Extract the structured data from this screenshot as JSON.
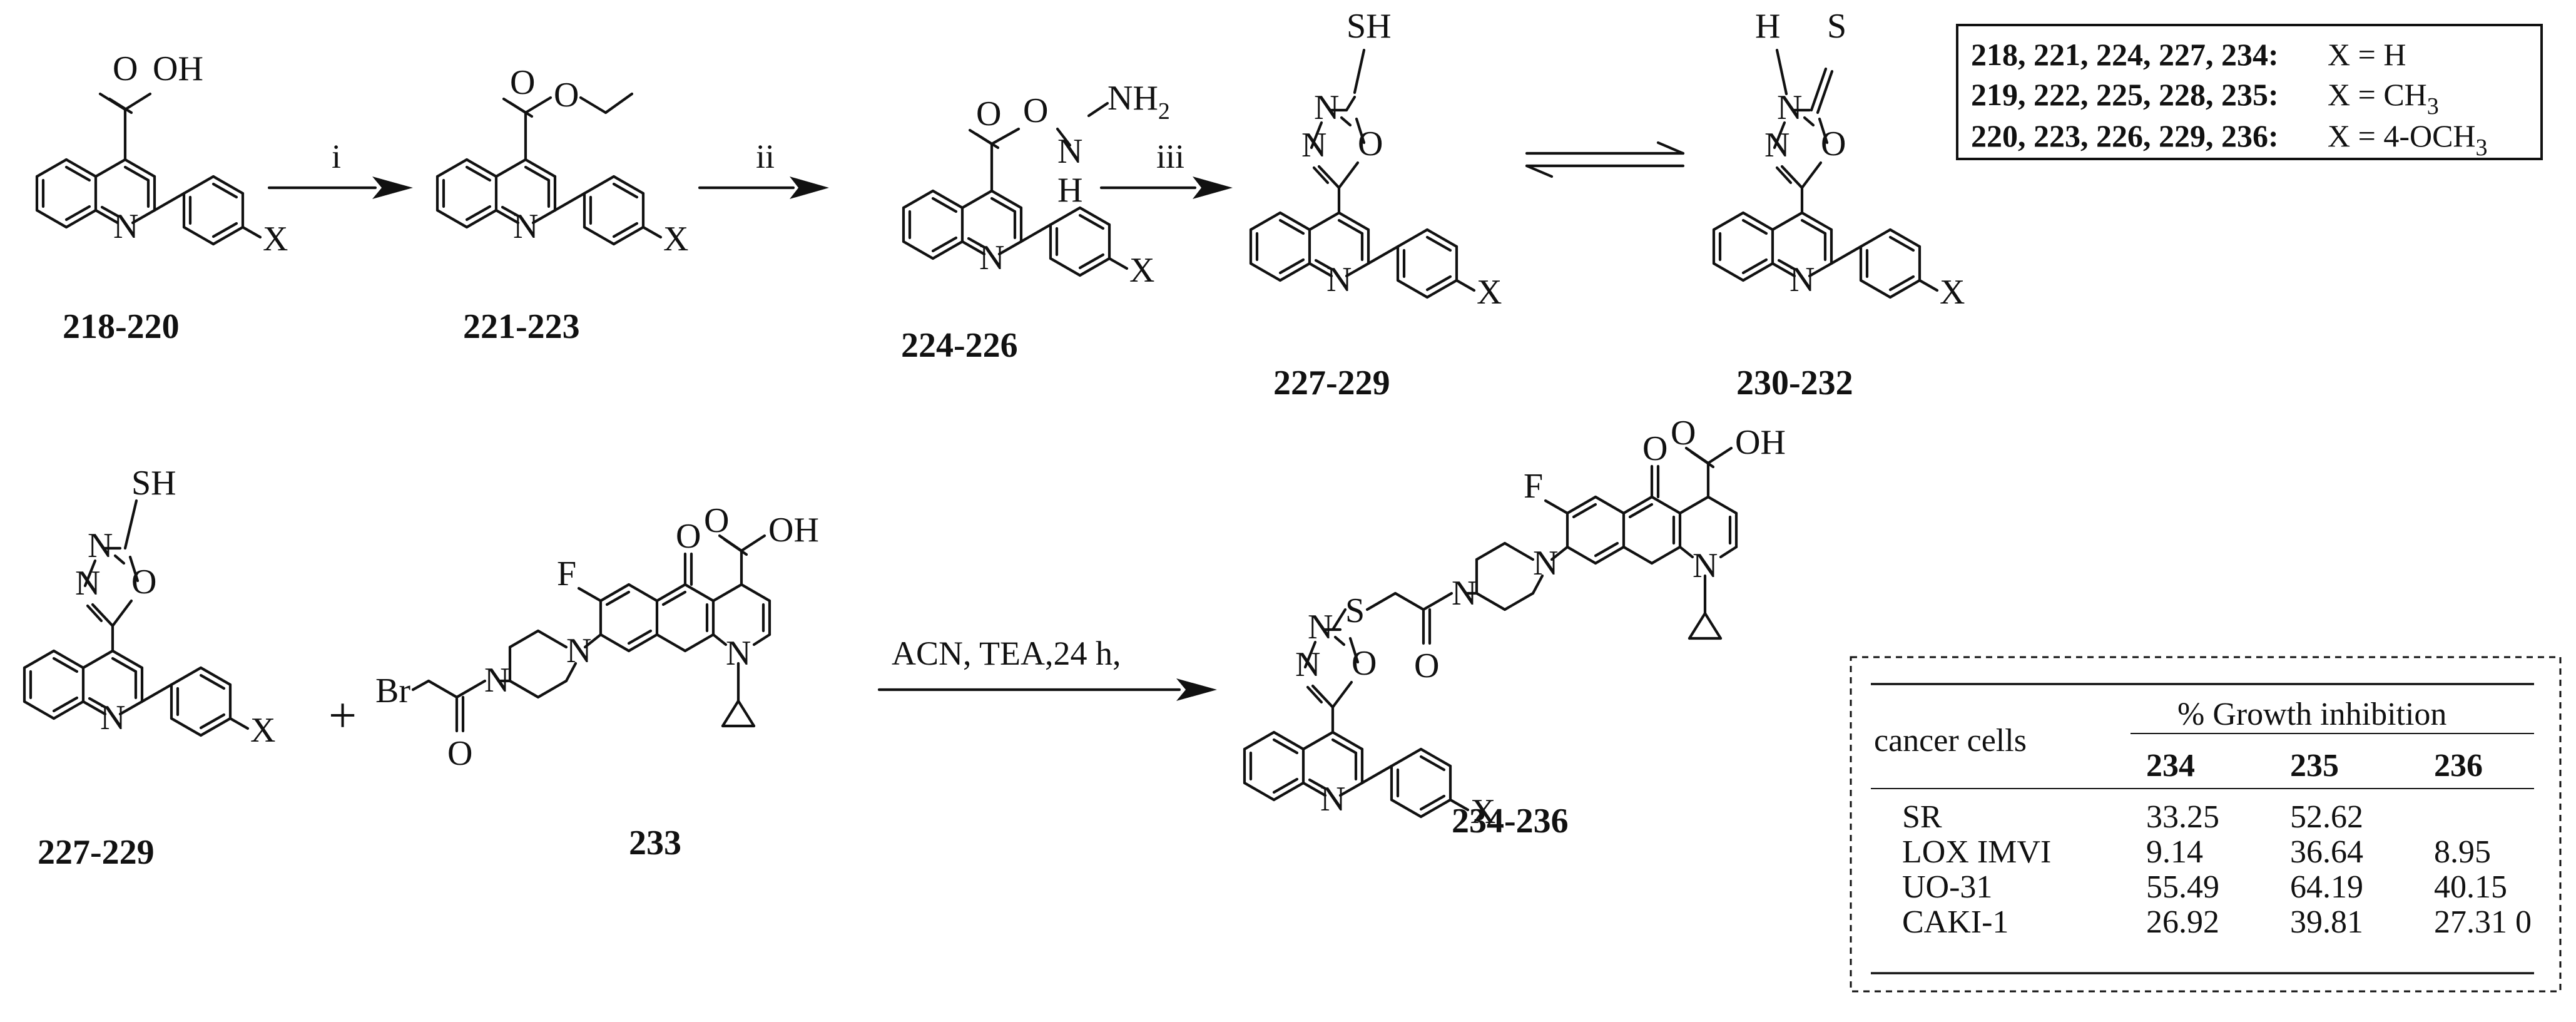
{
  "compounds": {
    "c218": "218-220",
    "c221": "221-223",
    "c224": "224-226",
    "c227": "227-229",
    "c230": "230-232",
    "c227b": "227-229",
    "c233": "233",
    "c234": "234-236"
  },
  "reagents": {
    "i": "i",
    "ii": "ii",
    "iii": "iii",
    "coupling": "ACN, TEA,24 h,"
  },
  "atoms": {
    "N": "N",
    "O": "O",
    "OH": "OH",
    "H": "H",
    "S": "S",
    "SH": "SH",
    "F": "F",
    "Br": "Br",
    "X": "X",
    "NH": "NH",
    "NH2_sub": "2"
  },
  "legend": {
    "rows": [
      {
        "ids": "218, 221, 224, 227, 234:",
        "x": "X = ",
        "val": "H"
      },
      {
        "ids": "219, 222, 225, 228, 235:",
        "x": "X = ",
        "val": "CH",
        "sub": "3"
      },
      {
        "ids": "220, 223, 226, 229, 236:",
        "x": "X = ",
        "val": "4-OCH",
        "sub": "3"
      }
    ]
  },
  "table": {
    "row_header": "cancer cells",
    "group_header": "% Growth inhibition",
    "columns": [
      "234",
      "235",
      "236"
    ],
    "rows": [
      {
        "cell": "SR",
        "values": [
          "33.25",
          "52.62",
          ""
        ]
      },
      {
        "cell": "LOX IMVI",
        "values": [
          "9.14",
          "36.64",
          "8.95"
        ]
      },
      {
        "cell": "UO-31",
        "values": [
          "55.49",
          "64.19",
          "40.15"
        ]
      },
      {
        "cell": "CAKI-1",
        "values": [
          "26.92",
          "39.81",
          "27.31 0"
        ]
      }
    ]
  }
}
